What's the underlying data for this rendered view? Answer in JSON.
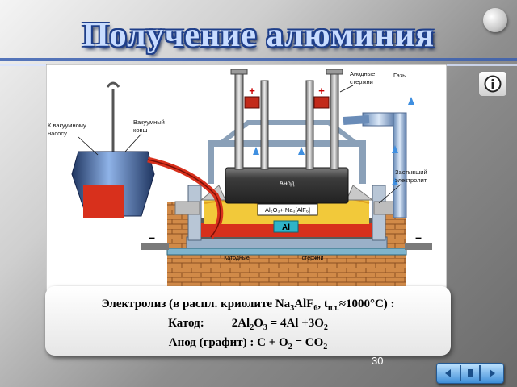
{
  "slide": {
    "title": "Получение алюминия",
    "page_number": "30"
  },
  "diagram": {
    "labels": {
      "anode_rods": [
        "Анодные",
        "стержни"
      ],
      "gases": "Газы",
      "vacuum_pump": [
        "К вакуумному",
        "насосу"
      ],
      "vacuum_ladle": [
        "Вакуумный",
        "ковш"
      ],
      "anode": "Анод",
      "electrolyte_formula": "Al₂O₃+ Na₃[AlF₆]",
      "aluminum": "Al",
      "frozen_electrolyte": [
        "Застывший",
        "электролит"
      ],
      "cathode_rods": [
        "Катодные",
        "стержни"
      ],
      "plus": "+",
      "minus": "–"
    },
    "colors": {
      "molten_metal": "#d8301c",
      "electrolyte": "#f2c93a",
      "anode_block": "#3c3c3c",
      "brick": "#c8793c",
      "ladle": "#3d5a8a"
    }
  },
  "caption": {
    "line1": {
      "pre": "Электролиз (в распл. криолите Na",
      "s1": "3",
      "m1": "AlF",
      "s2": "6",
      "m2": ", t",
      "s3": "пл.",
      "post": "≈1000°C) :"
    },
    "line2": {
      "label": "Катод:",
      "pre": "2Al",
      "s1": "2",
      "m1": "O",
      "s2": "3",
      "post": " =  4Al +3O",
      "s3": "2"
    },
    "line3": {
      "pre": "Анод (графит) : C + O",
      "s1": "2",
      "m1": " = CO",
      "s2": "2"
    }
  }
}
